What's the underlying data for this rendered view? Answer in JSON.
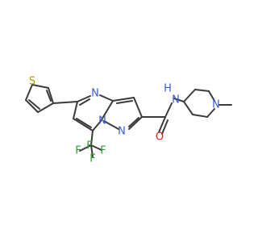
{
  "atoms": {
    "S": "S",
    "N_pyrimidine": "N",
    "N_bridge": "N",
    "N_pyrazole": "N",
    "H": "H",
    "N_amide": "N",
    "O": "O",
    "N_piperidine": "N",
    "F_top": "F",
    "F_left": "F",
    "F_right": "F"
  },
  "colors": {
    "bond": "#3b3b3b",
    "nitrogen": "#3b5bd6",
    "oxygen": "#e0231d",
    "sulfur": "#b59a00",
    "fluorine": "#2f9e2f",
    "text_default": "#3b3b3b"
  }
}
